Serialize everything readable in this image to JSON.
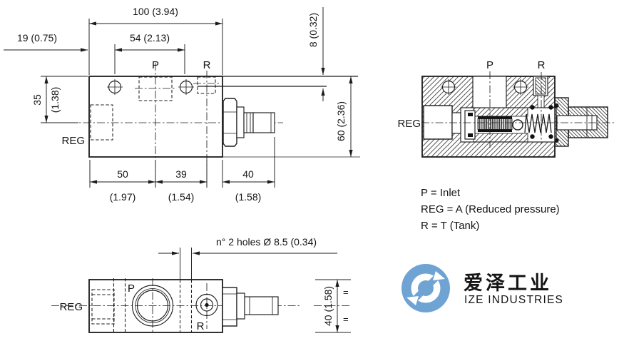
{
  "front_view": {
    "label_p": "P",
    "label_r": "R",
    "label_reg": "REG",
    "dim_total_width": "100 (3.94)",
    "dim_hole_spacing": "54 (2.13)",
    "dim_edge_to_hole": "19 (0.75)",
    "dim_port_depth": "8 (0.32)",
    "dim_center_height_mm": "35",
    "dim_center_height_in": "(1.38)",
    "dim_total_height": "60 (2.36)",
    "dim_seg_left_mm": "50",
    "dim_seg_left_in": "(1.97)",
    "dim_seg_mid_mm": "39",
    "dim_seg_mid_in": "(1.54)",
    "dim_screw_len_mm": "40",
    "dim_screw_len_in": "(1.58)"
  },
  "section_view": {
    "label_p": "P",
    "label_r": "R",
    "label_reg": "REG"
  },
  "plan_view": {
    "label_p": "P",
    "label_r": "R",
    "label_reg": "REG",
    "note_holes": "n° 2 holes Ø 8.5 (0.34)",
    "dim_depth": "40 (1.58)",
    "equal_mark": "="
  },
  "legend": {
    "line_p": "P = Inlet",
    "line_reg": "REG = A (Reduced pressure)",
    "line_r": "R = T (Tank)"
  },
  "logo": {
    "name_cn": "爱泽工业",
    "name_en": "IZE INDUSTRIES"
  },
  "colors": {
    "line": "#1c1c1c",
    "logo_blue": "#6ea3d3",
    "logo_text": "#3c3c3c",
    "logo_sub": "#9a9a9a"
  }
}
